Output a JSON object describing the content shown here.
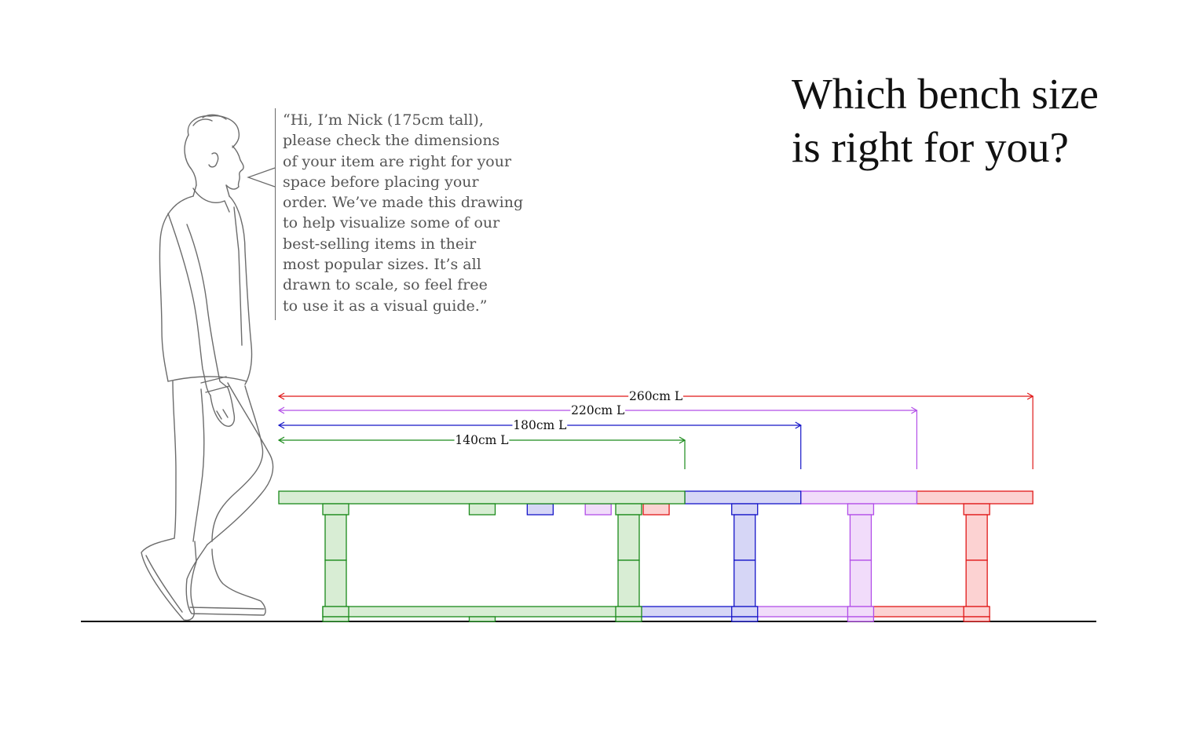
{
  "title": {
    "line1": "Which bench size",
    "line2": "is right for you?"
  },
  "speech": {
    "lines": [
      "“Hi, I’m Nick (175cm tall),",
      "please check the dimensions",
      "of your item are right for your",
      "space before placing your",
      "order. We’ve made this drawing",
      "to help visualize some of our",
      "best-selling items in their",
      "most popular sizes. It’s all",
      "drawn to scale, so feel free",
      "to use it as a visual guide.”"
    ]
  },
  "person": {
    "height_cm": 175,
    "icon": "standing-person-outline-icon"
  },
  "benches": [
    {
      "length_cm": 140,
      "label": "140cm L",
      "stroke": "#1a8a1a",
      "fill": "#d8edd4"
    },
    {
      "length_cm": 180,
      "label": "180cm L",
      "stroke": "#1515c8",
      "fill": "#d6d6f6"
    },
    {
      "length_cm": 220,
      "label": "220cm L",
      "stroke": "#b24ee8",
      "fill": "#f1dcfa"
    },
    {
      "length_cm": 260,
      "label": "260cm L",
      "stroke": "#e01818",
      "fill": "#fcd2d2"
    }
  ]
}
